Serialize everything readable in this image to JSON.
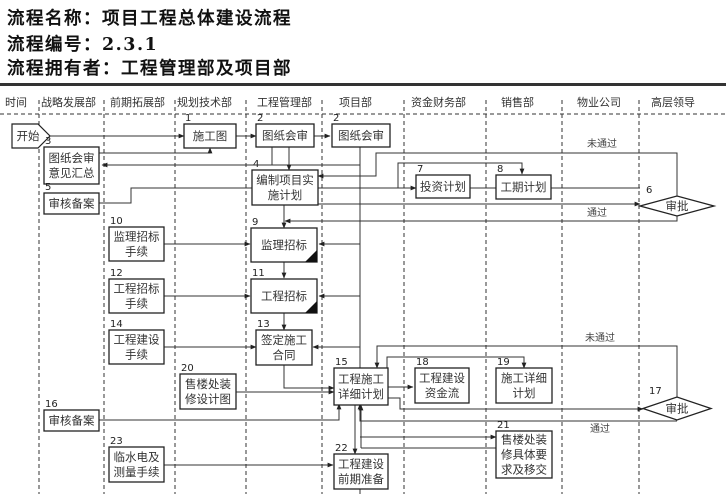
{
  "header": {
    "name_label": "流程名称：",
    "name_value": "项目工程总体建设流程",
    "code_label": "流程编号：",
    "code_value": "2.3.1",
    "owner_label": "流程拥有者：",
    "owner_value": "工程管理部及项目部"
  },
  "lanes": [
    "时间",
    "战略发展部",
    "前期拓展部",
    "规划技术部",
    "工程管理部",
    "项目部",
    "资金财务部",
    "销售部",
    "物业公司",
    "高层领导"
  ],
  "nodes": {
    "start": {
      "label": "开始"
    },
    "n1": {
      "num": "1",
      "lines": [
        "施工图"
      ]
    },
    "n2a": {
      "num": "2",
      "lines": [
        "图纸会审"
      ]
    },
    "n2b": {
      "num": "2",
      "lines": [
        "图纸会审"
      ]
    },
    "n3": {
      "num": "3",
      "lines": [
        "图纸会审",
        "意见汇总"
      ]
    },
    "n4": {
      "num": "4",
      "lines": [
        "编制项目实",
        "施计划"
      ]
    },
    "n5": {
      "num": "5",
      "lines": [
        "审核备案"
      ]
    },
    "n6": {
      "num": "6",
      "lines": [
        "审批"
      ]
    },
    "n7": {
      "num": "7",
      "lines": [
        "投资计划"
      ]
    },
    "n8": {
      "num": "8",
      "lines": [
        "工期计划"
      ]
    },
    "n9": {
      "num": "9",
      "lines": [
        "监理招标"
      ]
    },
    "n10": {
      "num": "10",
      "lines": [
        "监理招标",
        "手续"
      ]
    },
    "n11": {
      "num": "11",
      "lines": [
        "工程招标"
      ]
    },
    "n12": {
      "num": "12",
      "lines": [
        "工程招标",
        "手续"
      ]
    },
    "n13": {
      "num": "13",
      "lines": [
        "签定施工",
        "合同"
      ]
    },
    "n14": {
      "num": "14",
      "lines": [
        "工程建设",
        "手续"
      ]
    },
    "n15": {
      "num": "15",
      "lines": [
        "工程施工",
        "详细计划"
      ]
    },
    "n16": {
      "num": "16",
      "lines": [
        "审核备案"
      ]
    },
    "n17": {
      "num": "17",
      "lines": [
        "审批"
      ]
    },
    "n18": {
      "num": "18",
      "lines": [
        "工程建设",
        "资金流"
      ]
    },
    "n19": {
      "num": "19",
      "lines": [
        "施工详细",
        "计划"
      ]
    },
    "n20": {
      "num": "20",
      "lines": [
        "售楼处装",
        "修设计图"
      ]
    },
    "n21": {
      "num": "21",
      "lines": [
        "售楼处装",
        "修具体要",
        "求及移交"
      ]
    },
    "n22": {
      "num": "22",
      "lines": [
        "工程建设",
        "前期准备"
      ]
    },
    "n23": {
      "num": "23",
      "lines": [
        "临水电及",
        "测量手续"
      ]
    }
  },
  "edge_labels": {
    "fail_1": "未通过",
    "pass_1": "通过",
    "fail_2": "未通过",
    "pass_2": "通过"
  }
}
